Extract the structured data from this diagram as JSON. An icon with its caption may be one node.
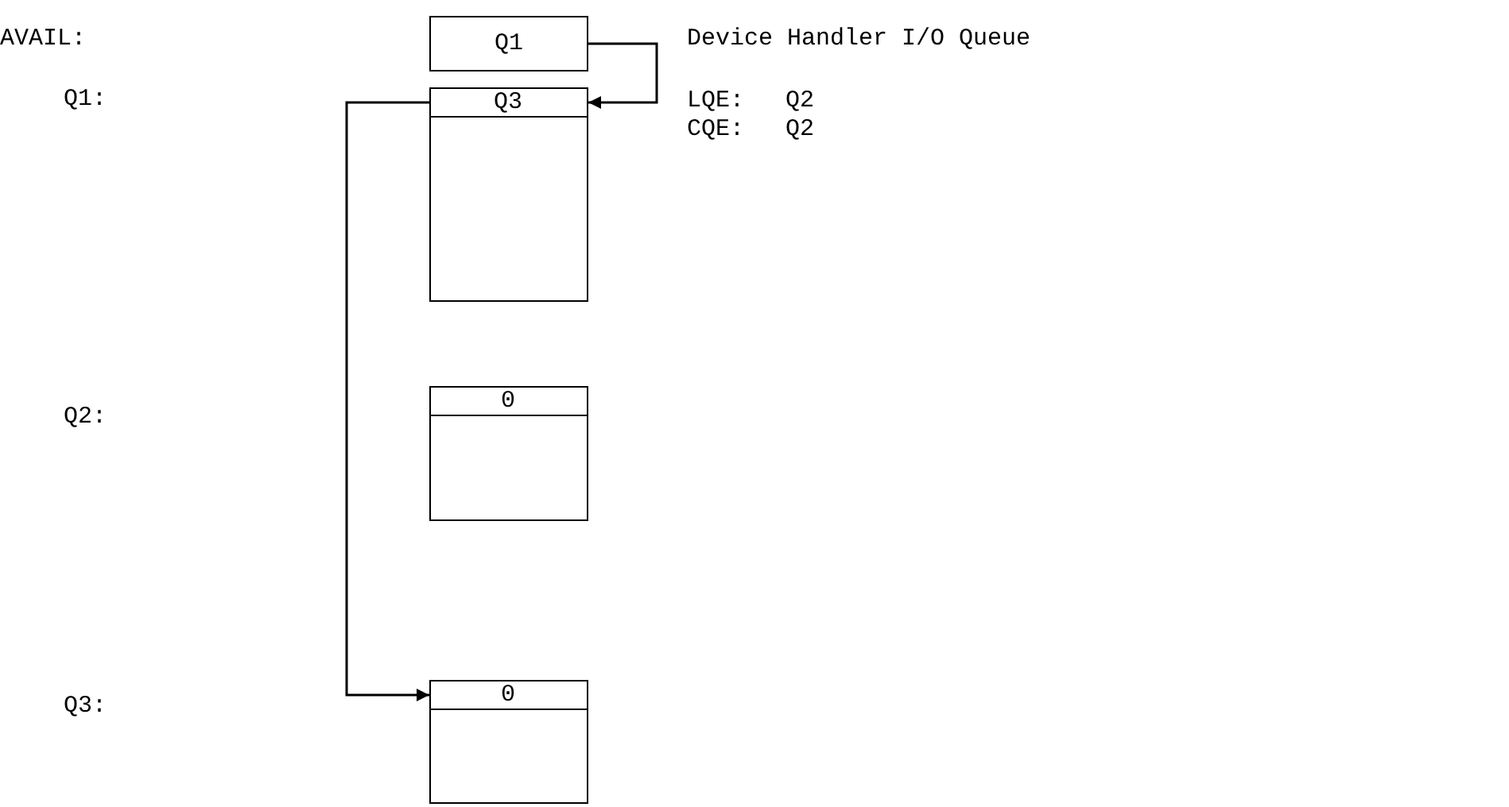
{
  "diagram": {
    "nodes": [
      {
        "text": [
          "Q1"
        ]
      },
      {
        "text": [],
        "shape": "box"
      },
      {
        "text": [
          "Q3"
        ],
        "in": 1
      },
      {
        "text": [],
        "shape": "box"
      },
      {
        "text": [
          "0"
        ],
        "in": 3
      },
      {
        "text": [],
        "shape": "box"
      },
      {
        "text": [
          "0"
        ],
        "in": 5
      }
    ],
    "edges": [
      {
        "from": 0,
        "to": 2,
        "arrow": "to"
      },
      {
        "from": 2,
        "to": 6,
        "arrow": "to"
      }
    ],
    "labels": [
      "AVAIL:",
      "Device Handler I/O Queue",
      "Q1:",
      "LQE:",
      "Q2",
      "CQE:",
      "Q2",
      "Q2:",
      "Q3:"
    ]
  }
}
